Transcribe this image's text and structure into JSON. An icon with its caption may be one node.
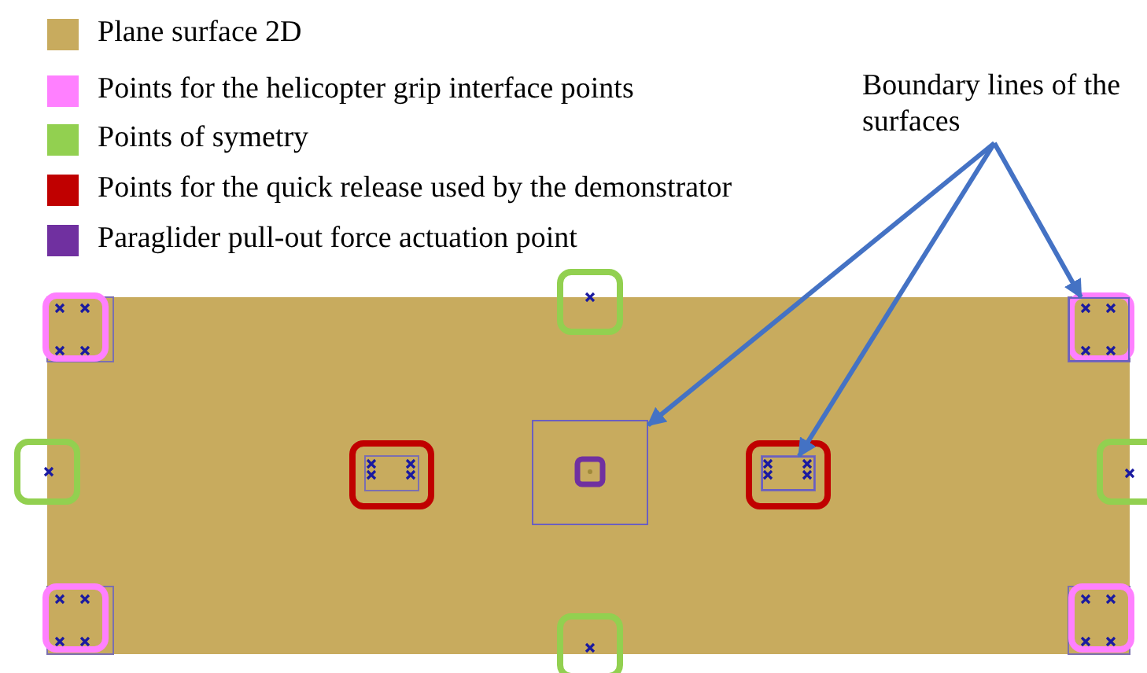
{
  "diagram": {
    "nodes": [
      {
        "text": [
          "Boundary lines of the surfaces"
        ]
      },
      {
        "text": [],
        "shape": "box"
      },
      {
        "text": [],
        "shape": "box"
      },
      {
        "text": [],
        "shape": "box"
      }
    ],
    "edges": [
      {
        "from": 0,
        "to": 1,
        "arrow": "to"
      },
      {
        "from": 0,
        "to": 2,
        "arrow": "to"
      },
      {
        "from": 0,
        "to": 3,
        "arrow": "to"
      }
    ],
    "legend": [
      {
        "text": "Plane surface 2D",
        "color": "#c8ab5e"
      },
      {
        "text": "Points for the helicopter grip interface points",
        "color": "#ff80ff"
      },
      {
        "text": "Points of symetry",
        "color": "#92d050"
      },
      {
        "text": "Points for the quick release used by the demonstrator",
        "color": "#c00000"
      },
      {
        "text": "Paraglider pull-out force actuation point",
        "color": "#7030a0"
      }
    ]
  }
}
